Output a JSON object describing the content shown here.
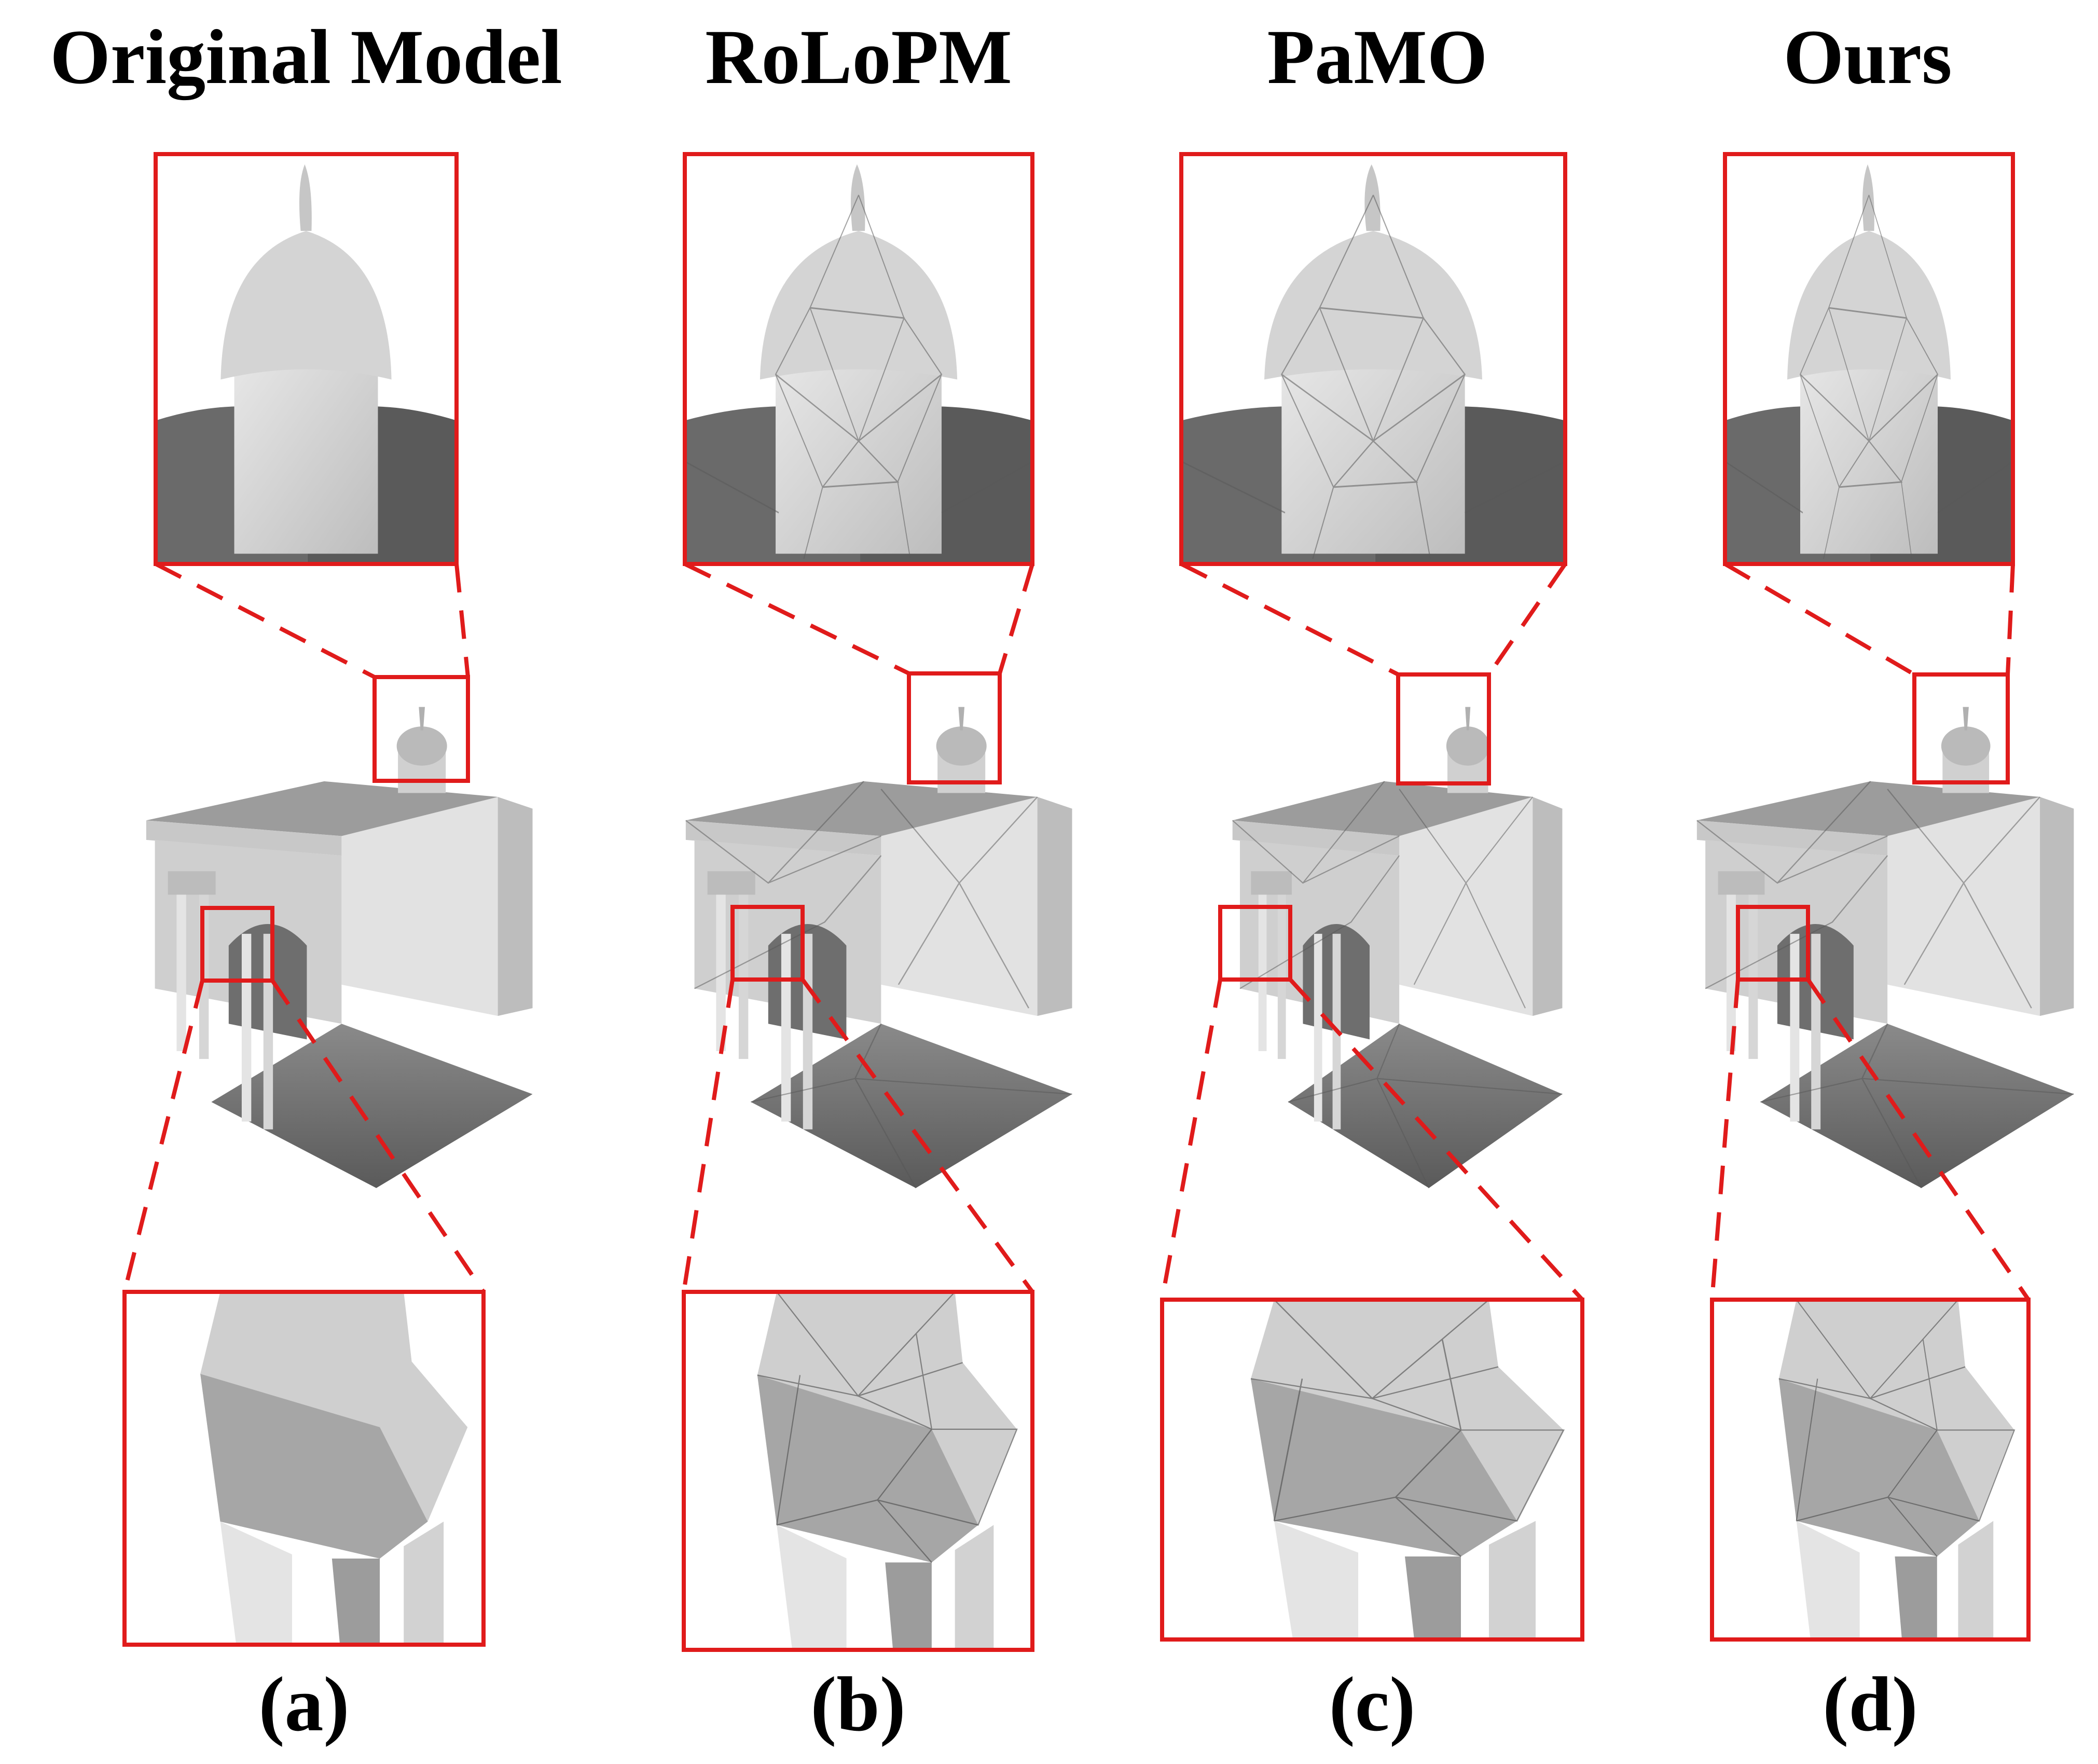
{
  "figure": {
    "columns": [
      {
        "title": "Original Model",
        "label": "(a)"
      },
      {
        "title": "RoLoPM",
        "label": "(b)"
      },
      {
        "title": "PaMO",
        "label": "(c)"
      },
      {
        "title": "Ours",
        "label": "(d)"
      }
    ],
    "colors": {
      "highlight": "#e01b1b",
      "mesh_light": "#d8d8d8",
      "mesh_mid": "#b4b4b4",
      "mesh_dark": "#7a7a7a",
      "edge": "#5a5a5a",
      "text": "#000000"
    }
  }
}
